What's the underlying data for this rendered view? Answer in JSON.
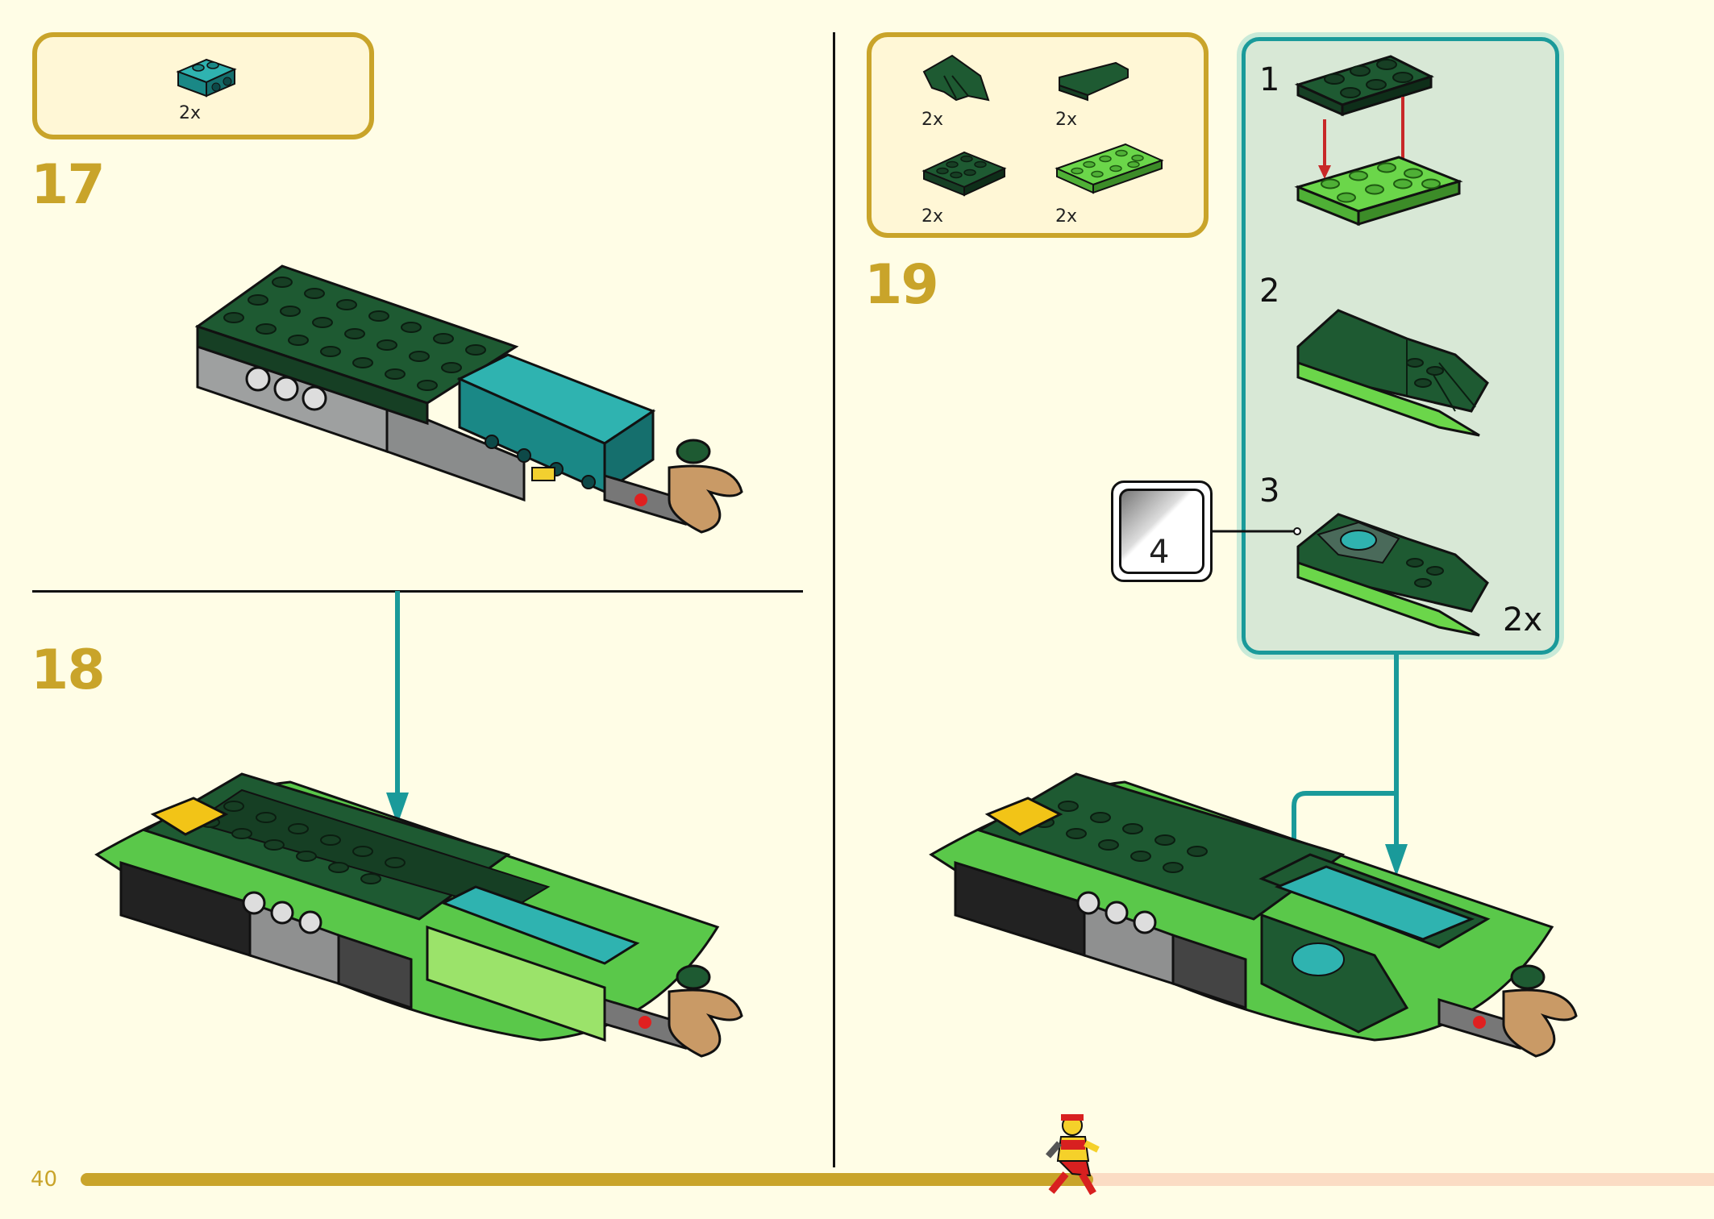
{
  "page": {
    "number": "40"
  },
  "steps": {
    "s17": {
      "number": "17",
      "parts": [
        {
          "qty": "2x",
          "icon": "teal-bracket-brick-icon"
        }
      ]
    },
    "s18": {
      "number": "18"
    },
    "s19": {
      "number": "19",
      "parts": [
        {
          "qty": "2x",
          "icon": "dark-green-claw-icon"
        },
        {
          "qty": "2x",
          "icon": "dark-green-wedge-tile-icon"
        },
        {
          "qty": "2x",
          "icon": "dark-green-plate-2x3-icon"
        },
        {
          "qty": "2x",
          "icon": "bright-green-plate-2x4-icon"
        }
      ],
      "substeps": [
        "1",
        "2",
        "3"
      ],
      "submultiplier": "2x",
      "sticker": "4"
    }
  },
  "colors": {
    "accent": "#c9a42a",
    "teal": "#1a9a9a",
    "subpanel": "#d8e8d6",
    "progress_done": "#c9a42a",
    "progress_todo": "#fbdcc4"
  },
  "progress": {
    "fraction": 0.62
  }
}
